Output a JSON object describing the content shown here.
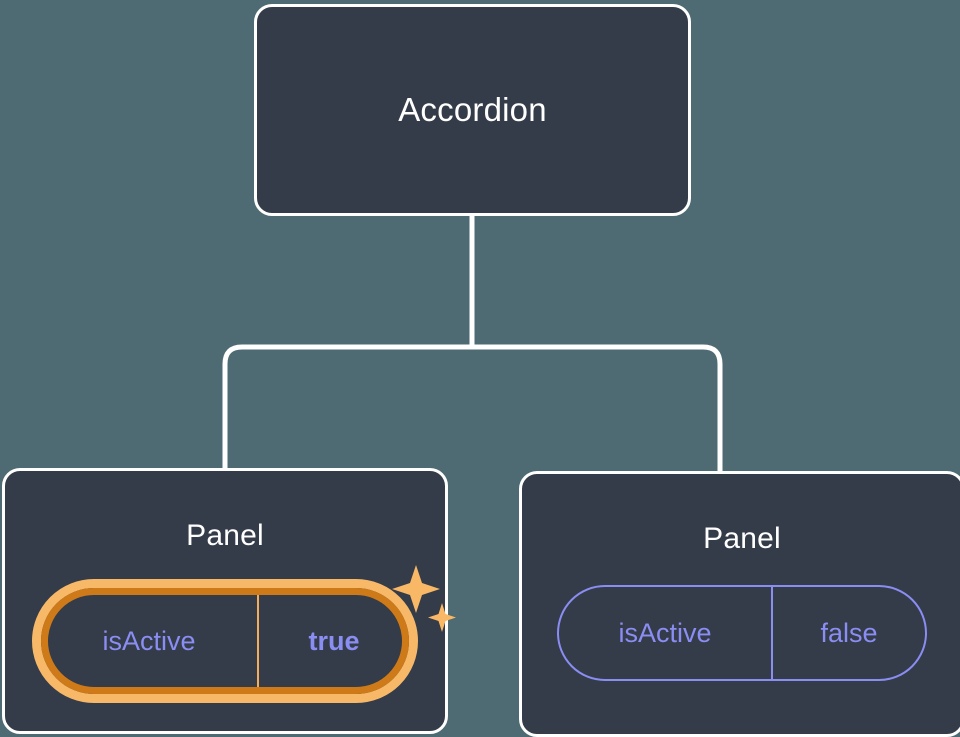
{
  "canvas": {
    "background_color": "#4e6b73",
    "card_fill_color": "#343b49",
    "card_border_color": "#ffffff",
    "connector_color": "#ffffff",
    "accent_purple": "#8a8df1",
    "highlight_amber_inner": "#f7b868",
    "highlight_amber_outer": "#cf7a18",
    "sparkle_color": "#f9b866"
  },
  "tree": {
    "root": {
      "title": "Accordion"
    },
    "children": [
      {
        "title": "Panel",
        "highlighted": true,
        "prop": {
          "key": "isActive",
          "value": "true"
        },
        "sparkle_large": "sparkle-icon",
        "sparkle_small": "sparkle-icon"
      },
      {
        "title": "Panel",
        "highlighted": false,
        "prop": {
          "key": "isActive",
          "value": "false"
        }
      }
    ]
  }
}
